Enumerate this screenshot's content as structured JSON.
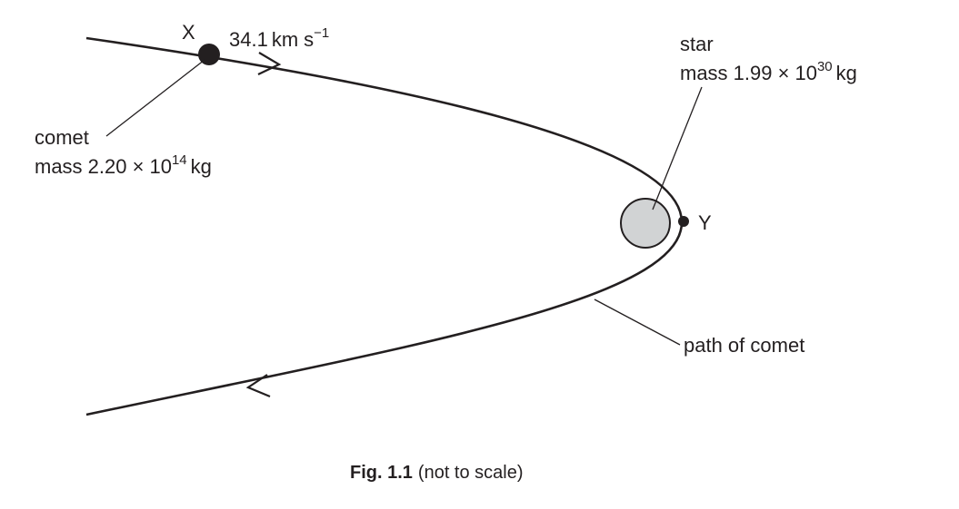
{
  "points": {
    "x_label": "X",
    "y_label": "Y"
  },
  "comet": {
    "speed": {
      "value": "34.1",
      "unit_km": "km",
      "unit_s": "s",
      "exponent": "−1"
    },
    "name": "comet",
    "mass_prefix": "mass 2.20 ×",
    "mass_base": "10",
    "mass_exponent": "14",
    "mass_unit": "kg"
  },
  "star": {
    "name": "star",
    "mass_prefix": "mass 1.99 ×",
    "mass_base": "10",
    "mass_exponent": "30",
    "mass_unit": "kg",
    "fill_color": "#d1d3d4"
  },
  "path_label": "path of comet",
  "caption": {
    "fig_label": "Fig. 1.1",
    "note": "(not to scale)"
  },
  "colors": {
    "ink": "#231f20",
    "star_fill": "#d1d3d4"
  }
}
